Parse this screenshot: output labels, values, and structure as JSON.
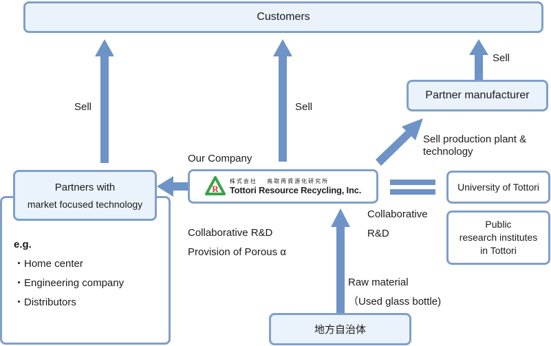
{
  "nodes": {
    "customers": "Customers",
    "partner_manufacturer": "Partner manufacturer",
    "partners_line1": "Partners with",
    "partners_line2": "market focused technology",
    "university": "University of Tottori",
    "public_line1": "Public",
    "public_line2": "research institutes",
    "public_line3": "in Tottori",
    "local_gov": "地方自治体",
    "company_kanji": "株式会社　 鳥取再資源化研究所",
    "company_name": "Tottori Resource Recycling, Inc.",
    "logo_letter": "R"
  },
  "labels": {
    "sell_left": "Sell",
    "sell_center": "Sell",
    "sell_right": "Sell",
    "our_company": "Our Company",
    "sell_plant_line1": "Sell production plant &",
    "sell_plant_line2": "technology",
    "collab_line1": "Collaborative",
    "collab_line2": "R&D",
    "collab_rd": "Collaborative R&D",
    "porous": "Provision of Porous α",
    "raw_material": "Raw material",
    "used_glass": "（Used glass bottle)"
  },
  "examples": {
    "head": "e.g.",
    "items": [
      "・Home center",
      "・Engineering company",
      "・Distributors"
    ]
  },
  "colors": {
    "arrow": "#6e93c6",
    "box_border": "#7f9fca",
    "box_fill": "#eaf3fb",
    "logo_green": "#3aa34a",
    "logo_red": "#d23b2a"
  }
}
